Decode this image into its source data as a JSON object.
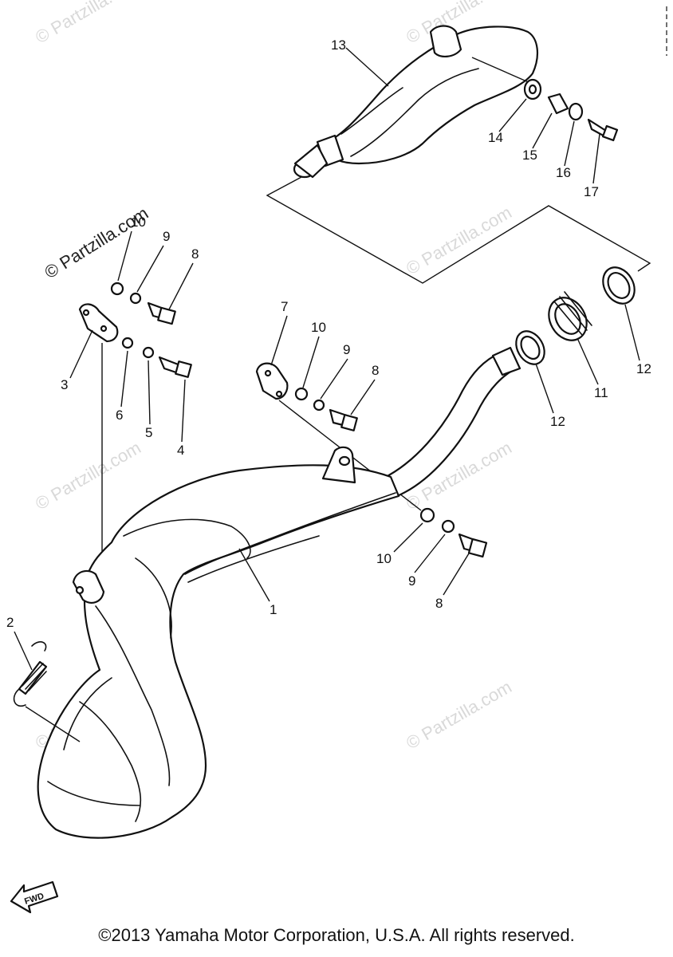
{
  "watermark": "© Partzilla.com",
  "copyright": "©2013 Yamaha Motor Corporation, U.S.A. All rights reserved.",
  "fwd_label": "FWD",
  "callouts": {
    "c13": "13",
    "c14": "14",
    "c15": "15",
    "c16": "16",
    "c17": "17",
    "c10a": "10",
    "c9a": "9",
    "c8a": "8",
    "c3": "3",
    "c6": "6",
    "c5": "5",
    "c4": "4",
    "c7": "7",
    "c10b": "10",
    "c9b": "9",
    "c8b": "8",
    "c12a": "12",
    "c11": "11",
    "c12b": "12",
    "c10c": "10",
    "c9c": "9",
    "c8c": "8",
    "c1": "1",
    "c2": "2"
  }
}
